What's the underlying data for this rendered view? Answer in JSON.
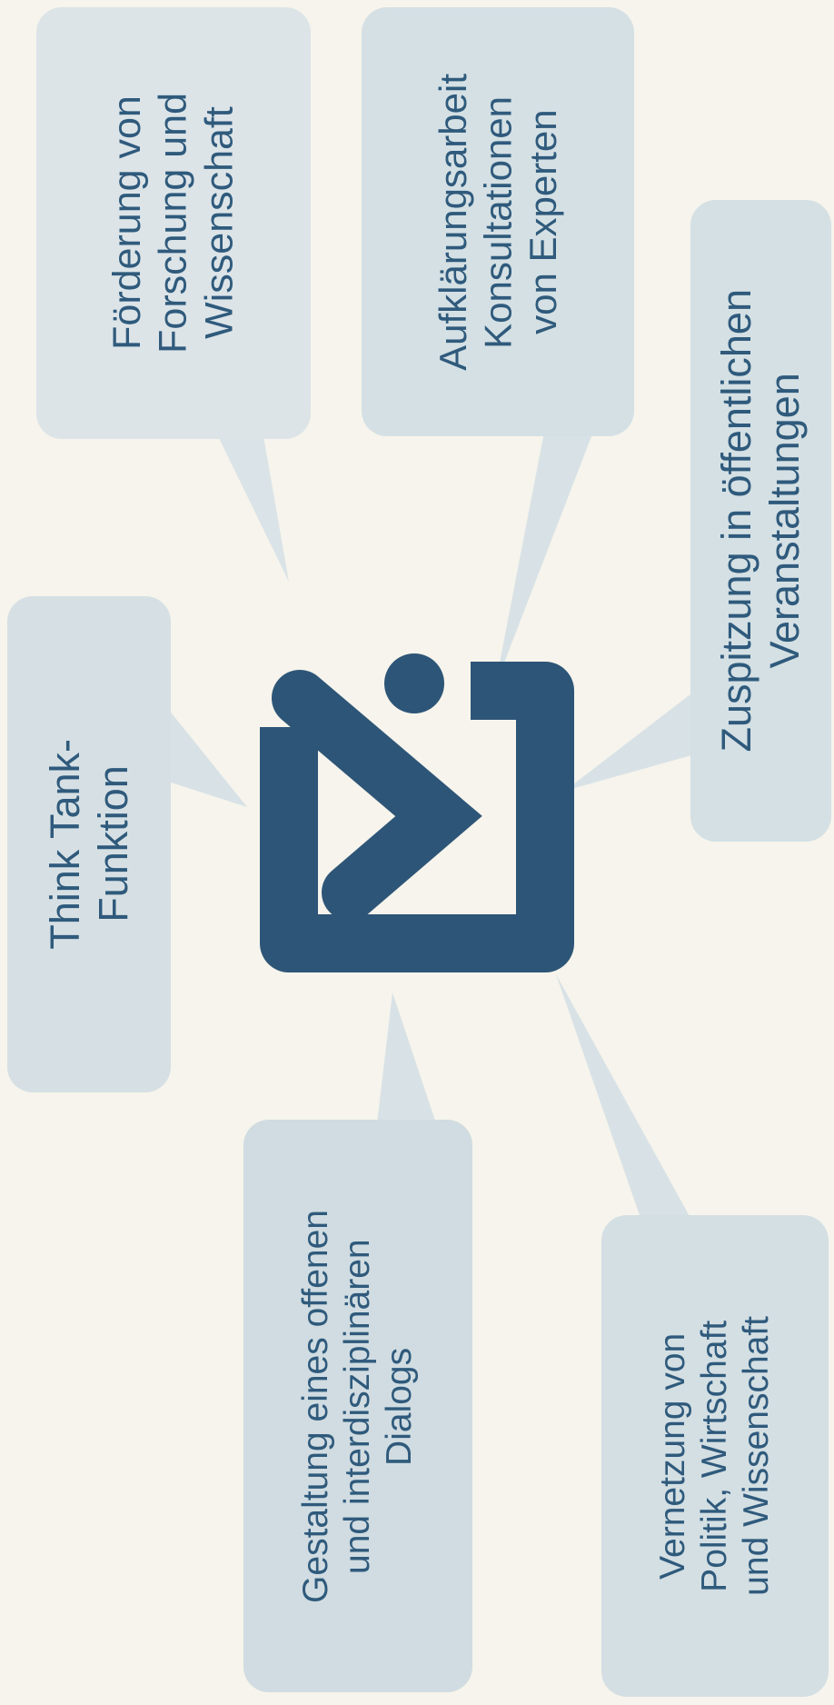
{
  "colors": {
    "background": "#f6f4ec",
    "bubble": "#d2dee3",
    "bubble_light": "#e2e9eb",
    "text": "#2f5a7c",
    "logo": "#2d5577"
  },
  "logo": {
    "icon": "play-bracket-logo-icon"
  },
  "bubbles": {
    "foerderung": "Förderung von\nForschung und\nWissenschaft",
    "aufklaerung": "Aufklärungsarbeit\nKonsultationen\nvon Experten",
    "zuspitzung": "Zuspitzung in öffentlichen\nVeranstaltungen",
    "thinktank": "Think Tank-\nFunktion",
    "gestaltung": "Gestaltung eines offenen\nund interdisziplinären\nDialogs",
    "vernetzung": "Vernetzung von\nPolitik, Wirtschaft\nund Wissenschaft"
  }
}
